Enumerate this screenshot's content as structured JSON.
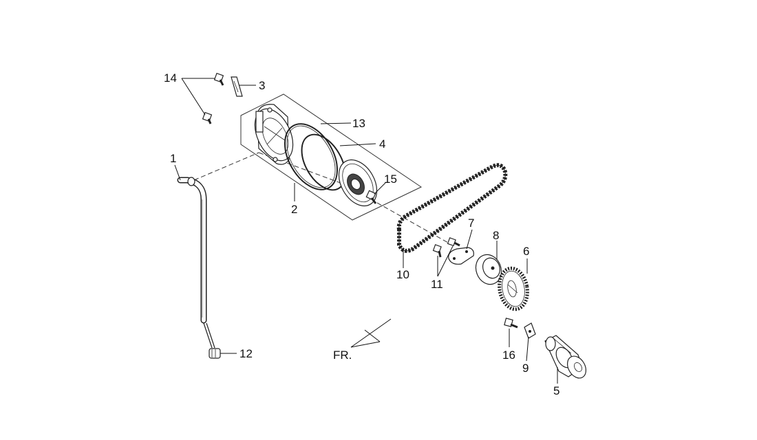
{
  "callouts": {
    "c1": "1",
    "c2": "2",
    "c3": "3",
    "c4": "4",
    "c5": "5",
    "c6": "6",
    "c7": "7",
    "c8": "8",
    "c9": "9",
    "c10": "10",
    "c11": "11",
    "c12": "12",
    "c13": "13",
    "c14": "14",
    "c15": "15",
    "c16": "16"
  },
  "front_marker": "FR."
}
